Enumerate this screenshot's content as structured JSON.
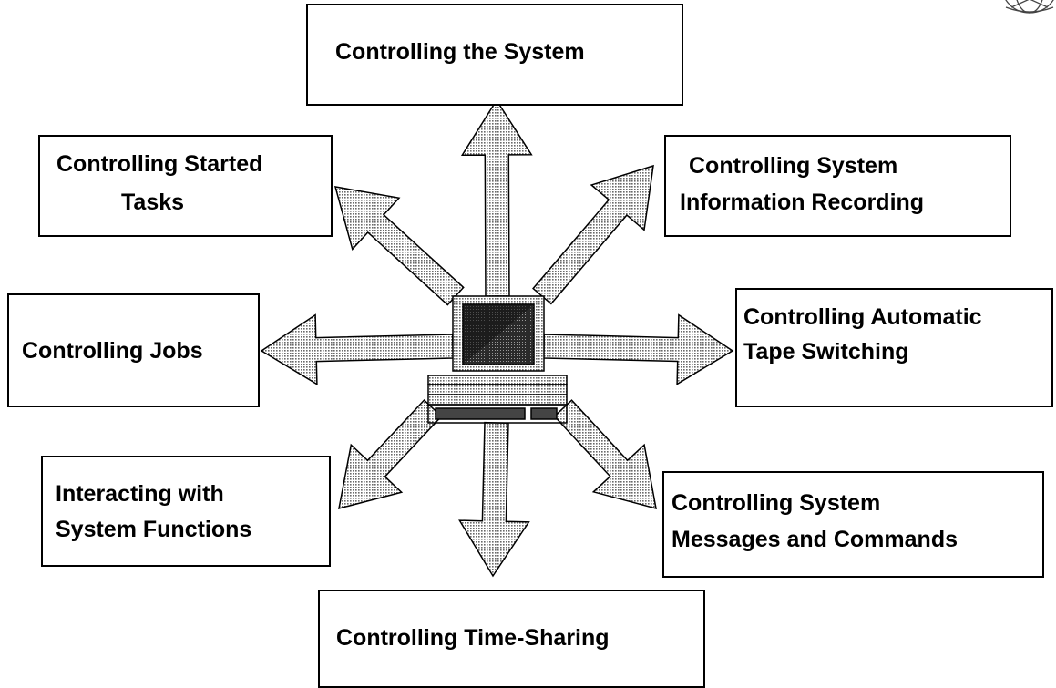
{
  "boxes": {
    "top": "Controlling the System",
    "upper_left": [
      "Controlling Started",
      "Tasks"
    ],
    "upper_right": [
      "Controlling System",
      "Information Recording"
    ],
    "middle_left": "Controlling Jobs",
    "middle_right": [
      "Controlling Automatic",
      "Tape Switching"
    ],
    "lower_left": [
      "Interacting with",
      "System Functions"
    ],
    "lower_right": [
      "Controlling System",
      "Messages and Commands"
    ],
    "bottom": "Controlling Time-Sharing"
  },
  "center_icon": "computer-terminal-icon",
  "corner_icon": "globe-logo-icon",
  "colors": {
    "line": "#000000",
    "arrow_fill": "#c8c8c8",
    "screen": "#1a1a1a"
  }
}
